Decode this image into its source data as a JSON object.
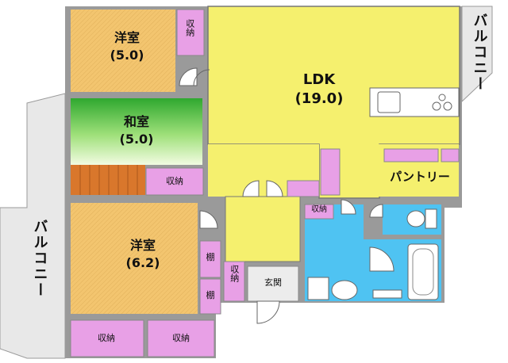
{
  "rooms": {
    "ldk": {
      "name": "LDK",
      "size": "(19.0)"
    },
    "western_room_1": {
      "name": "洋室",
      "size": "(5.0)"
    },
    "japanese_room": {
      "name": "和室",
      "size": "(5.0)"
    },
    "western_room_2": {
      "name": "洋室",
      "size": "(6.2)"
    },
    "pantry": {
      "name": "パントリー"
    },
    "entrance": {
      "name": "玄関"
    }
  },
  "storage": {
    "closet_label": "収納",
    "shelf_label": "棚"
  },
  "balconies": {
    "right": "バルコニー",
    "left": "バルコニー"
  },
  "colors": {
    "ldk": "#f5f06e",
    "western_room": "#f3c56f",
    "japanese_room": "#7fd24a",
    "storage": "#e8a0e6",
    "wet_area": "#4fc3f2",
    "balcony": "#e8e8e8",
    "tatami_board": "#d9772c",
    "wall": "#9a9a9a"
  }
}
